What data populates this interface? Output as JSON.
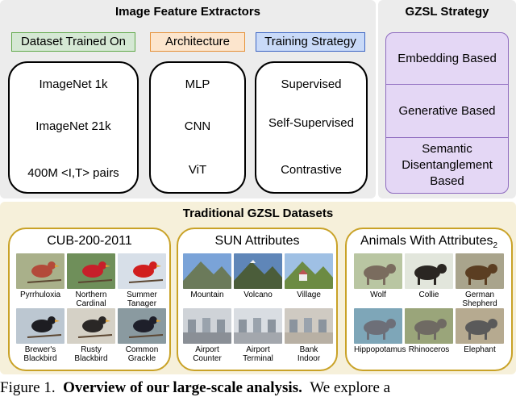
{
  "feature_extractors": {
    "title": "Image Feature Extractors",
    "columns": [
      {
        "header": "Dataset Trained On",
        "color": "#d5e8d4",
        "border": "#61a94b",
        "items": [
          "ImageNet 1k",
          "ImageNet 21k",
          "400M <I,T> pairs"
        ]
      },
      {
        "header": "Architecture",
        "color": "#fce5cd",
        "border": "#e69138",
        "items": [
          "MLP",
          "CNN",
          "ViT"
        ]
      },
      {
        "header": "Training Strategy",
        "color": "#c9daf8",
        "border": "#3d66c4",
        "items": [
          "Supervised",
          "Self-Supervised",
          "Contrastive"
        ]
      }
    ]
  },
  "gzsl_strategy": {
    "title": "GZSL Strategy",
    "color": "#e4d7f5",
    "border": "#8e6bbf",
    "items": [
      "Embedding Based",
      "Generative Based",
      "Semantic\nDisentanglement\nBased"
    ]
  },
  "datasets": {
    "title": "Traditional GZSL Datasets",
    "cards": [
      {
        "title": "CUB-200-2011",
        "title_sub": "",
        "images": [
          {
            "label": "Pyrrhuloxia",
            "icon": "bird-photo"
          },
          {
            "label": "Northern\nCardinal",
            "icon": "bird-photo"
          },
          {
            "label": "Summer\nTanager",
            "icon": "bird-photo"
          },
          {
            "label": "Brewer's\nBlackbird",
            "icon": "bird-photo"
          },
          {
            "label": "Rusty\nBlackbird",
            "icon": "bird-photo"
          },
          {
            "label": "Common\nGrackle",
            "icon": "bird-photo"
          }
        ]
      },
      {
        "title": "SUN Attributes",
        "title_sub": "",
        "images": [
          {
            "label": "Mountain",
            "icon": "scene-photo"
          },
          {
            "label": "Volcano",
            "icon": "scene-photo"
          },
          {
            "label": "Village",
            "icon": "scene-photo"
          },
          {
            "label": "Airport\nCounter",
            "icon": "scene-photo"
          },
          {
            "label": "Airport\nTerminal",
            "icon": "scene-photo"
          },
          {
            "label": "Bank\nIndoor",
            "icon": "scene-photo"
          }
        ]
      },
      {
        "title": "Animals With Attributes",
        "title_sub": "2",
        "images": [
          {
            "label": "Wolf",
            "icon": "animal-photo"
          },
          {
            "label": "Collie",
            "icon": "animal-photo"
          },
          {
            "label": "German\nShepherd",
            "icon": "animal-photo"
          },
          {
            "label": "Hippopotamus",
            "icon": "animal-photo"
          },
          {
            "label": "Rhinoceros",
            "icon": "animal-photo"
          },
          {
            "label": "Elephant",
            "icon": "animal-photo"
          }
        ]
      }
    ]
  },
  "caption": {
    "prefix": "Figure 1.",
    "bold": "Overview of our large-scale analysis.",
    "rest": "We explore a"
  }
}
